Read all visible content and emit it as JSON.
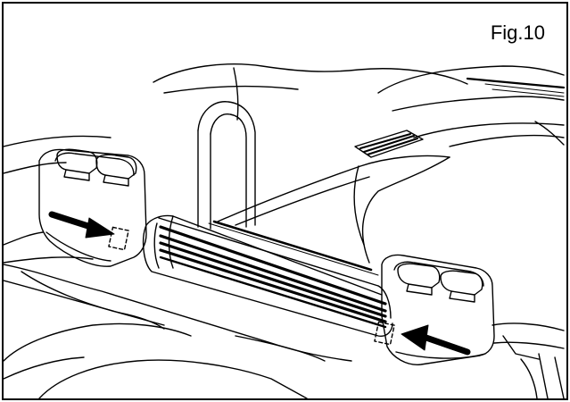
{
  "figure": {
    "label": "Fig.10"
  },
  "colors": {
    "line": "#000000",
    "paper": "#ffffff"
  },
  "icons": [
    "arrow-left-pointer",
    "arrow-right-pointer",
    "dashed-callout-box"
  ]
}
